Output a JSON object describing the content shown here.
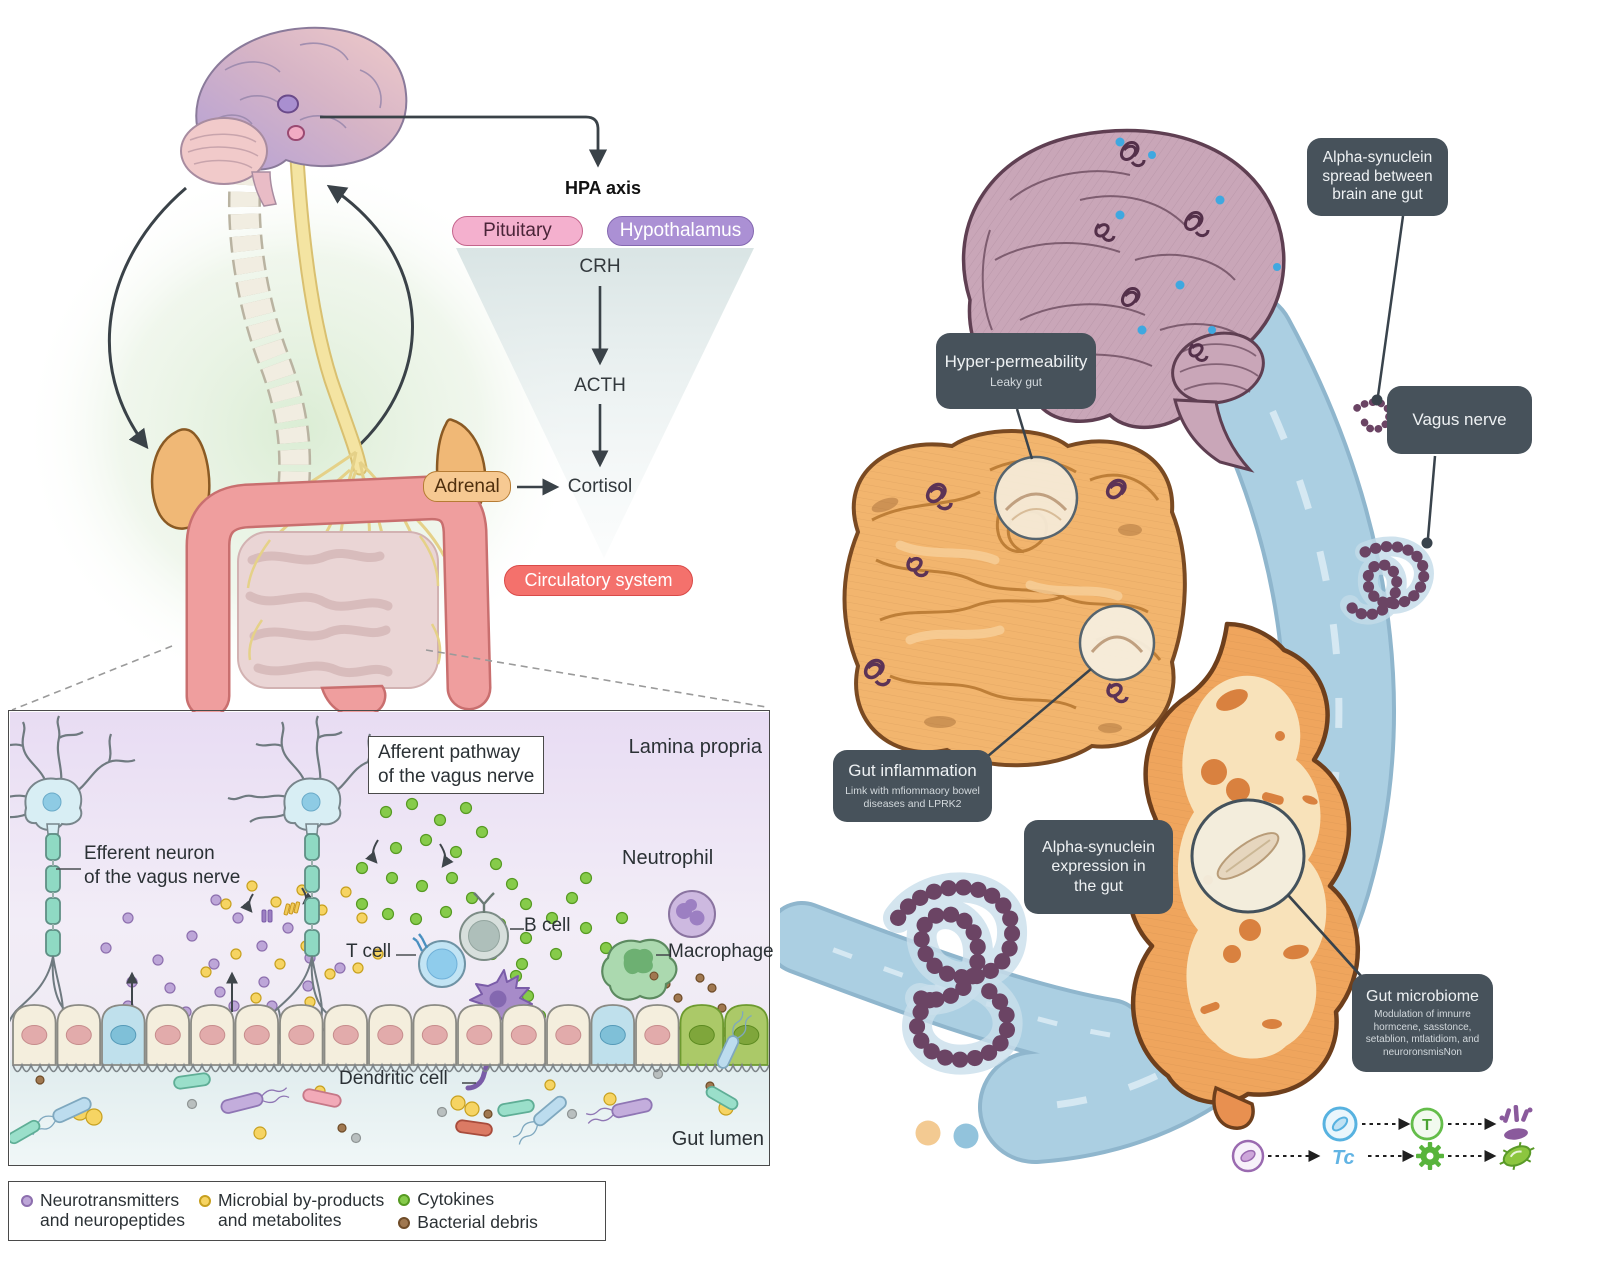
{
  "colors": {
    "callout_bg": "#47525b",
    "pituitary_bg": "#f4b0ce",
    "hypothalamus_bg": "#ab90d4",
    "adrenal_bg": "#f6c992",
    "circulatory_bg": "#f4716c",
    "road_blue": "#abcfe2",
    "intestine_orange": "#f2b56e",
    "brain_mauve": "#c9a6b8",
    "synuclein_purple": "#6b4464"
  },
  "left_top": {
    "hpa_title": "HPA axis",
    "pituitary": "Pituitary",
    "hypothalamus": "Hypothalamus",
    "crh": "CRH",
    "acth": "ACTH",
    "cortisol": "Cortisol",
    "adrenal": "Adrenal",
    "circulatory_system": "Circulatory system"
  },
  "mucosa": {
    "afferent_box": "Afferent pathway\nof the vagus nerve",
    "efferent_label": "Efferent neuron\nof the vagus nerve",
    "lamina_propria": "Lamina propria",
    "t_cell": "T cell",
    "b_cell": "B cell",
    "neutrophil": "Neutrophil",
    "macrophage": "Macrophage",
    "dendritic_cell": "Dendritic cell",
    "gut_lumen": "Gut lumen"
  },
  "legend": {
    "items": [
      {
        "label": "Neurotransmitters\nand neuropeptides",
        "color": "#bda6d8"
      },
      {
        "label": "Microbial by-products\nand metabolites",
        "color": "#f6d463"
      },
      {
        "label": "Cytokines",
        "color": "#86cb4a"
      },
      {
        "label": "Bacterial debris",
        "color": "#a07850"
      }
    ]
  },
  "right_panel": {
    "callouts": {
      "alpha_spread": {
        "title": "Alpha-synuclein\nspread between\nbrain ane gut"
      },
      "hyper_permeability": {
        "title": "Hyper-permeability",
        "subtitle": "Leaky gut"
      },
      "vagus_nerve": {
        "title": "Vagus nerve"
      },
      "gut_inflammation": {
        "title": "Gut inflammation",
        "subtitle": "Limk with mfiommaory bowel\ndiseases and LPRK2"
      },
      "alpha_expression": {
        "title": "Alpha-synuclein\nexpression in\nthe gut"
      },
      "gut_microbiome": {
        "title": "Gut microbiome",
        "subtitle": "Modulation of imnurre\nhormcene, sasstonce,\nsetablion, mtlatidiom, and\nneuroronsmisNon"
      }
    },
    "icons": {
      "t_label": "T",
      "tc_label": "Tc"
    }
  }
}
